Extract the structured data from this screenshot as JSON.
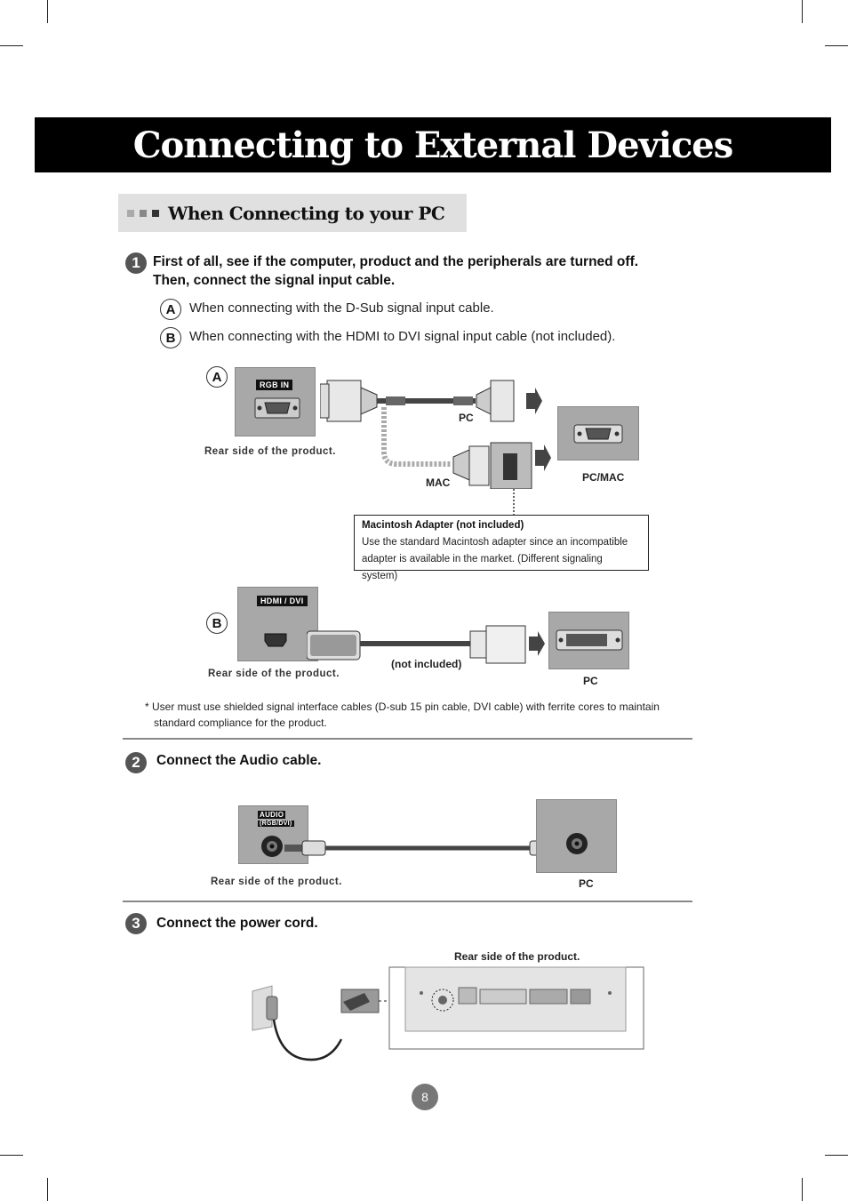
{
  "page_title": "Connecting to External Devices",
  "section_title": "When Connecting to your PC",
  "step1": {
    "number": "1",
    "line1": "First of all, see if the computer, product and the peripherals are turned off.",
    "line2": "Then, connect the signal input cable.",
    "option_a_letter": "A",
    "option_a_text": "When connecting with the D-Sub signal input cable.",
    "option_b_letter": "B",
    "option_b_text": "When connecting with the HDMI to DVI signal input cable (not included)."
  },
  "diagram_a": {
    "marker": "A",
    "port_label": "RGB IN",
    "rear_caption": "Rear side of the product.",
    "pc_label": "PC",
    "mac_label": "MAC",
    "pcmac_label": "PC/MAC",
    "adapter_title": "Macintosh Adapter (not included)",
    "adapter_line1": "Use the standard Macintosh adapter since an incompatible",
    "adapter_line2": "adapter is available in the market. (Different signaling system)"
  },
  "diagram_b": {
    "marker": "B",
    "port_label": "HDMI / DVI",
    "rear_caption": "Rear side of the product.",
    "not_included": "(not included)",
    "pc_label": "PC"
  },
  "note": {
    "line1": "* User must use shielded signal interface cables (D-sub 15 pin cable, DVI cable) with ferrite cores to maintain",
    "line2": "standard compliance for the product."
  },
  "step2": {
    "number": "2",
    "text": "Connect the Audio cable.",
    "port_label_1": "AUDIO",
    "port_label_2": "(RGB/DVI)",
    "rear_caption": "Rear side of the product.",
    "pc_label": "PC"
  },
  "step3": {
    "number": "3",
    "text": "Connect the power cord.",
    "rear_caption": "Rear side of the product."
  },
  "page_number": "8"
}
